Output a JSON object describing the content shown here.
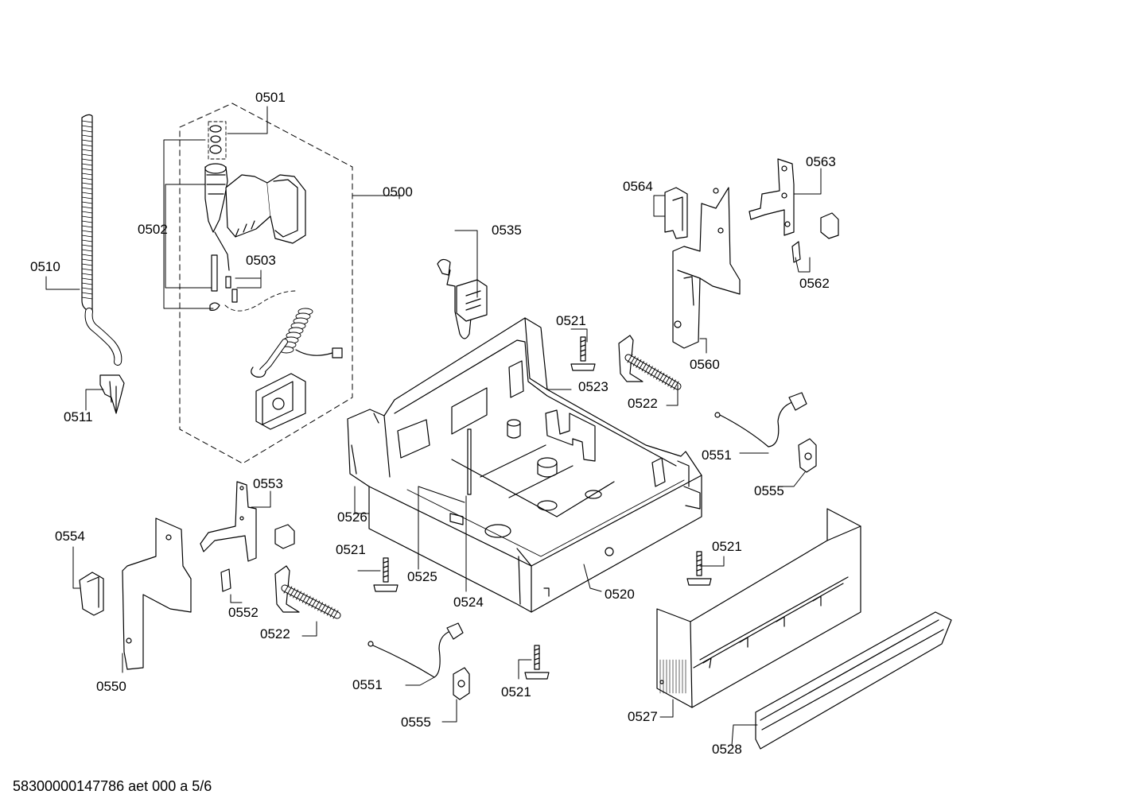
{
  "footer": {
    "document_id": "58300000147786 aet 000 a 5/6"
  },
  "callouts": {
    "c0500": "0500",
    "c0501": "0501",
    "c0502": "0502",
    "c0503": "0503",
    "c0510": "0510",
    "c0511": "0511",
    "c0520": "0520",
    "c0521a": "0521",
    "c0521b": "0521",
    "c0521c": "0521",
    "c0521d": "0521",
    "c0522a": "0522",
    "c0522b": "0522",
    "c0523": "0523",
    "c0524": "0524",
    "c0525": "0525",
    "c0526": "0526",
    "c0527": "0527",
    "c0528": "0528",
    "c0535": "0535",
    "c0550": "0550",
    "c0551a": "0551",
    "c0551b": "0551",
    "c0552": "0552",
    "c0553": "0553",
    "c0554": "0554",
    "c0555a": "0555",
    "c0555b": "0555",
    "c0560": "0560",
    "c0562": "0562",
    "c0563": "0563",
    "c0564": "0564"
  },
  "colors": {
    "line": "#000000",
    "fill": "#ffffff",
    "shade": "#e6e6e6"
  }
}
